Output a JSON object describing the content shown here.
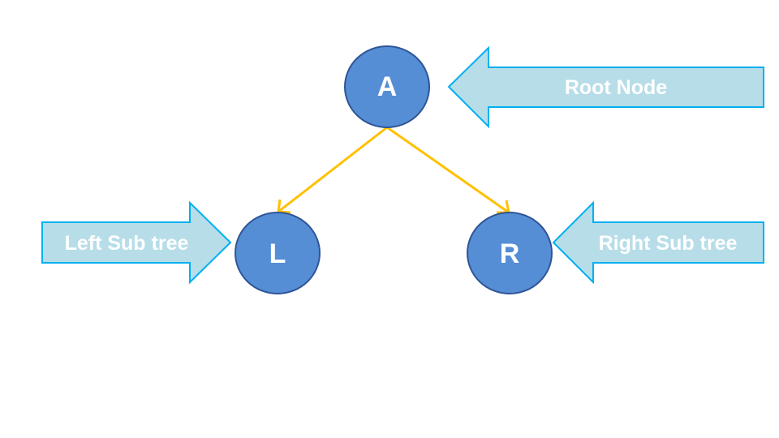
{
  "nodes": {
    "root": {
      "label": "A"
    },
    "left": {
      "label": "L"
    },
    "right": {
      "label": "R"
    }
  },
  "callouts": {
    "root": "Root Node",
    "left": "Left Sub tree",
    "right": "Right Sub tree"
  },
  "colors": {
    "node_fill": "#558ED5",
    "node_stroke": "#2F5597",
    "edge": "#FFC000",
    "callout_fill": "#B7DDE8",
    "callout_stroke": "#00B0F0",
    "text": "#FFFFFF"
  }
}
